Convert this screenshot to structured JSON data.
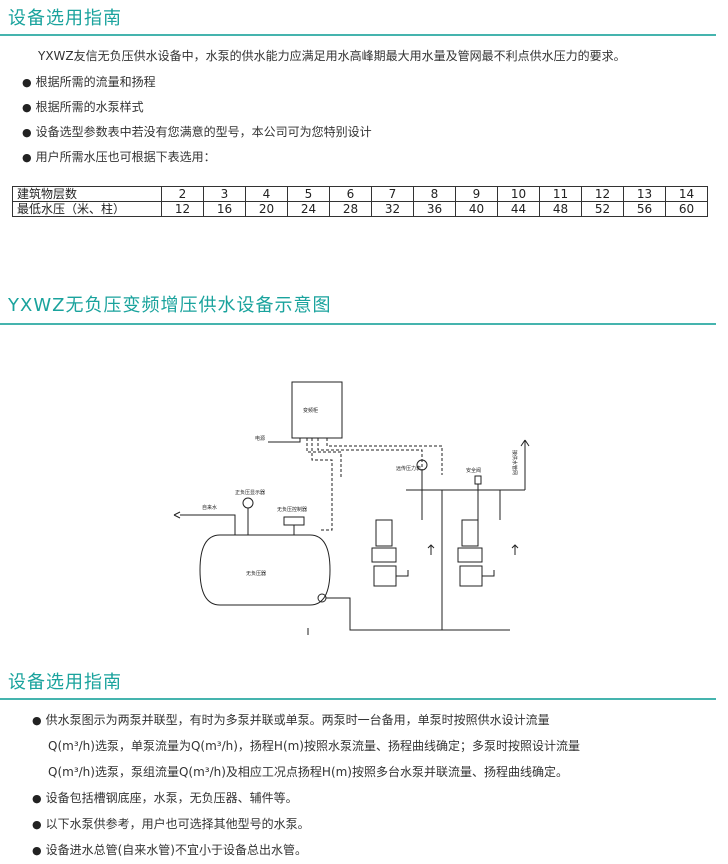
{
  "section1": {
    "title": "设备选用指南",
    "intro": "YXWZ友信无负压供水设备中，水泵的供水能力应满足用水高峰期最大用水量及管网最不利点供水压力的要求。",
    "bullets": [
      "根据所需的流量和扬程",
      "根据所需的水泵样式",
      "设备选型参数表中若没有您满意的型号，本公司可为您特别设计",
      "用户所需水压也可根据下表选用："
    ]
  },
  "table": {
    "row1_label": "建筑物层数",
    "row1_values": [
      "2",
      "3",
      "4",
      "5",
      "6",
      "7",
      "8",
      "9",
      "10",
      "11",
      "12",
      "13",
      "14"
    ],
    "row2_label": "最低水压（米、柱）",
    "row2_values": [
      "12",
      "16",
      "20",
      "24",
      "28",
      "32",
      "36",
      "40",
      "44",
      "48",
      "52",
      "56",
      "60"
    ]
  },
  "section2": {
    "title": "YXWZ无负压变频增压供水设备示意图"
  },
  "diagram": {
    "cabinet": "变频柜",
    "power": "电源",
    "remote_gauge": "远传压力表",
    "safety_valve": "安全阀",
    "to_user": "接供水管网",
    "tap_water": "自来水",
    "pressure_display": "正负压显示器",
    "controller": "无负压控制器",
    "tank": "无负压器"
  },
  "section3": {
    "title": "设备选用指南",
    "line1": "供水泵图示为两泵并联型，有时为多泵并联或单泵。两泵时一台备用，单泵时按照供水设计流量",
    "line2": "Q(m³/h)选泵，单泵流量为Q(m³/h)，扬程H(m)按照水泵流量、扬程曲线确定；多泵时按照设计流量",
    "line3": "Q(m³/h)选泵，泵组流量Q(m³/h)及相应工况点扬程H(m)按照多台水泵并联流量、扬程曲线确定。",
    "bullets": [
      "设备包括槽钢底座，水泵，无负压器、辅件等。",
      "以下水泵供参考，用户也可选择其他型号的水泵。",
      "设备进水总管(自来水管)不宜小于设备总出水管。"
    ]
  }
}
